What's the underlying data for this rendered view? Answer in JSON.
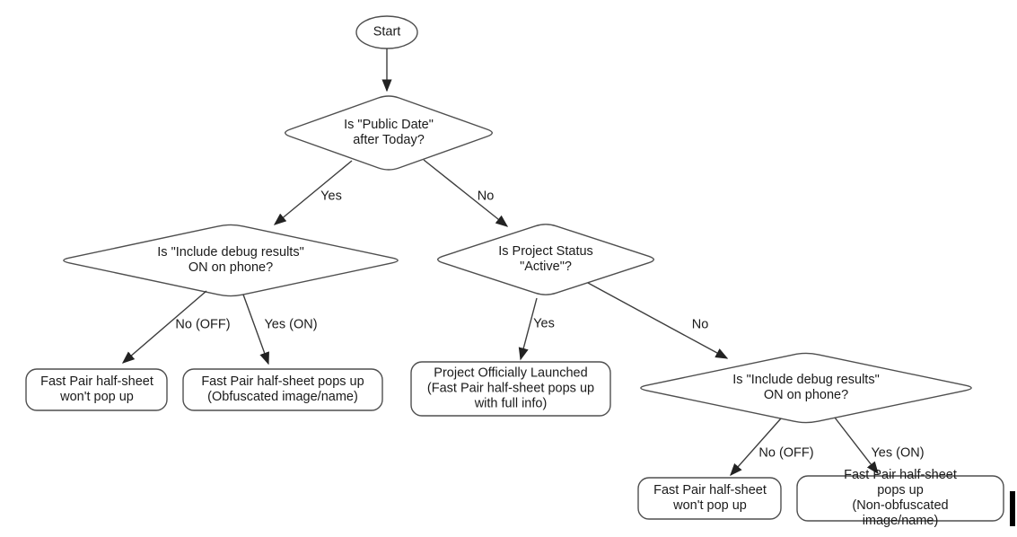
{
  "diagram": {
    "background": "#ffffff",
    "shape_stroke_color": "#4f4f4f",
    "arrow_color": "#333333",
    "text_color": "#1a1a1a",
    "nodes": {
      "start": {
        "type": "terminator",
        "label": "Start"
      },
      "public_date": {
        "type": "decision",
        "label": "Is \"Public Date\"\nafter Today?"
      },
      "debug_left": {
        "type": "decision",
        "label": "Is \"Include debug results\"\nON on phone?"
      },
      "project_status": {
        "type": "decision",
        "label": "Is Project Status\n\"Active\"?"
      },
      "debug_right": {
        "type": "decision",
        "label": "Is \"Include debug results\"\nON on phone?"
      },
      "no_popup_left": {
        "type": "result",
        "label": "Fast Pair half-sheet\nwon't pop up"
      },
      "obfuscated": {
        "type": "result",
        "label": "Fast Pair half-sheet pops up\n(Obfuscated image/name)"
      },
      "launched": {
        "type": "result",
        "label": "Project Officially Launched\n(Fast Pair half-sheet pops up\nwith full info)"
      },
      "no_popup_right": {
        "type": "result",
        "label": "Fast Pair half-sheet\nwon't pop up"
      },
      "non_obfuscated": {
        "type": "result",
        "label": "Fast Pair half-sheet pops up\n(Non-obfuscated image/name)"
      }
    },
    "edges": {
      "public_date_yes": "Yes",
      "public_date_no": "No",
      "debug_left_no": "No (OFF)",
      "debug_left_yes": "Yes (ON)",
      "project_status_yes": "Yes",
      "project_status_no": "No",
      "debug_right_no": "No (OFF)",
      "debug_right_yes": "Yes (ON)"
    }
  }
}
